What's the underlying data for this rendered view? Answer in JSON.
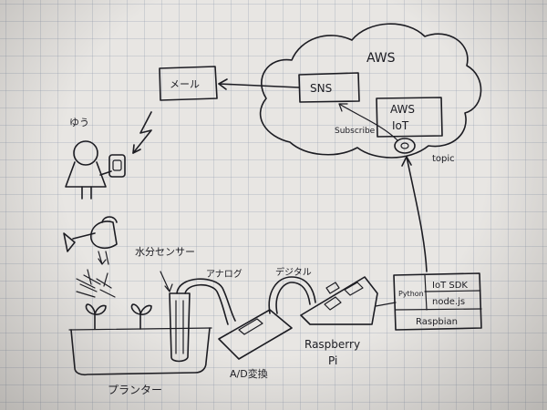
{
  "diagram": {
    "cloud_label": "AWS",
    "sns_label": "SNS",
    "iot_label_line1": "AWS",
    "iot_label_line2": "IoT",
    "subscribe_label": "Subscribe",
    "topic_label": "topic",
    "mail_label": "メール",
    "user_label": "ゆう",
    "water_sensor_label": "水分センサー",
    "analog_label": "アナログ",
    "digital_label": "デジタル",
    "ad_converter_label": "A/D変換",
    "planter_label": "プランター",
    "board_label_line1": "Raspberry",
    "board_label_line2": "Pi",
    "stack": {
      "python": "Python",
      "iot_sdk": "IoT SDK",
      "nodejs": "node.js",
      "raspbian": "Raspbian"
    }
  }
}
